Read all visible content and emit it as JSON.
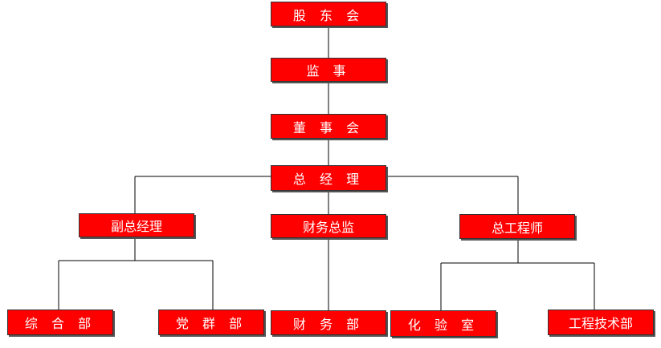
{
  "org_chart": {
    "shareholders": "股 东 会",
    "supervisor": "监  事",
    "board": "董 事 会",
    "general_manager": "总 经 理",
    "deputy_gm": "副总经理",
    "cfo": "财务总监",
    "chief_engineer": "总工程师",
    "general_dept": "综 合 部",
    "party_dept": "党 群 部",
    "finance_dept": "财 务 部",
    "lab": "化 验 室",
    "engineering_dept": "工程技术部"
  },
  "colors": {
    "box_fill": "#ff0000",
    "box_text": "#ffffff",
    "connector": "#000000"
  }
}
